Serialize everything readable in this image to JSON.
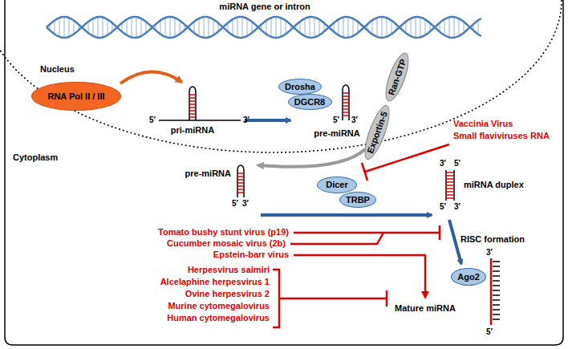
{
  "diagram": {
    "nodes": [
      {
        "text": [
          "RNA Pol II / III"
        ]
      },
      {
        "text": [
          "Drosha"
        ]
      },
      {
        "text": [
          "DGCR8"
        ]
      },
      {
        "text": [
          "Ran-GTP"
        ]
      },
      {
        "text": [
          "Exportin-5"
        ]
      },
      {
        "text": [
          "Dicer"
        ]
      },
      {
        "text": [
          "TRBP"
        ]
      },
      {
        "text": [
          "Ago2"
        ]
      }
    ],
    "labels": [
      "miRNA gene or intron",
      "Nucleus",
      "5′",
      "3′",
      "pri-miRNA",
      "5′",
      "3′",
      "pre-miRNA",
      "Cytoplasm",
      "Vaccinia Virus",
      "Small flaviviruses RNA",
      "pre-miRNA",
      "5′",
      "3′",
      "3′",
      "5′",
      "miRNA duplex",
      "5′",
      "3′",
      "Tomato bushy stunt virus (p19)",
      "Cucumber mosaic virus (2b)",
      "Epstein-barr virus",
      "RISC formation",
      "3′",
      "Mature miRNA",
      "Herpesvirus saimiri",
      "Alcelaphine herpesvirus 1",
      "Ovine herpesvirus 2",
      "Murine cytomegalovirus",
      "Human cytomegalovirus",
      "5′"
    ]
  }
}
